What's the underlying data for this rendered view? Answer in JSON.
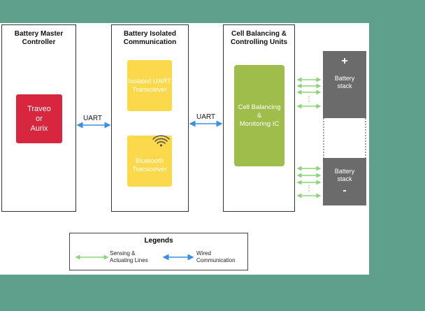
{
  "columns": {
    "master": {
      "title": "Battery Master\nController",
      "chip": "Traveo\nor\nAurix"
    },
    "isolated": {
      "title": "Battery Isolated\nCommunication",
      "uart_chip": "Isolated UART\nTransciever",
      "bt_chip": "Bluetooth\nTransceiver"
    },
    "balancing": {
      "title": "Cell Balancing &\nControlling Units",
      "chip": "Cell Balancing\n&\nMonitoring IC"
    }
  },
  "links": {
    "uart_left": "UART",
    "uart_right": "UART"
  },
  "battery": {
    "top": {
      "symbol": "+",
      "label": "Battery\nstack"
    },
    "bottom": {
      "symbol": "-",
      "label": "Battery\nstack"
    }
  },
  "legend": {
    "title": "Legends",
    "sensing": "Sensing &\nActuating Lines",
    "wired": "Wired\nCommunication"
  },
  "colors": {
    "background": "#5fa08d",
    "mcu": "#d7263d",
    "transceiver": "#fcd94a",
    "monitoring_ic": "#9fbd4a",
    "battery": "#6b6b6b",
    "wired_arrow": "#3b8fe0",
    "sensing_arrow": "#8dd37a"
  },
  "icons": {
    "bluetooth": "wifi-signal-icon"
  }
}
